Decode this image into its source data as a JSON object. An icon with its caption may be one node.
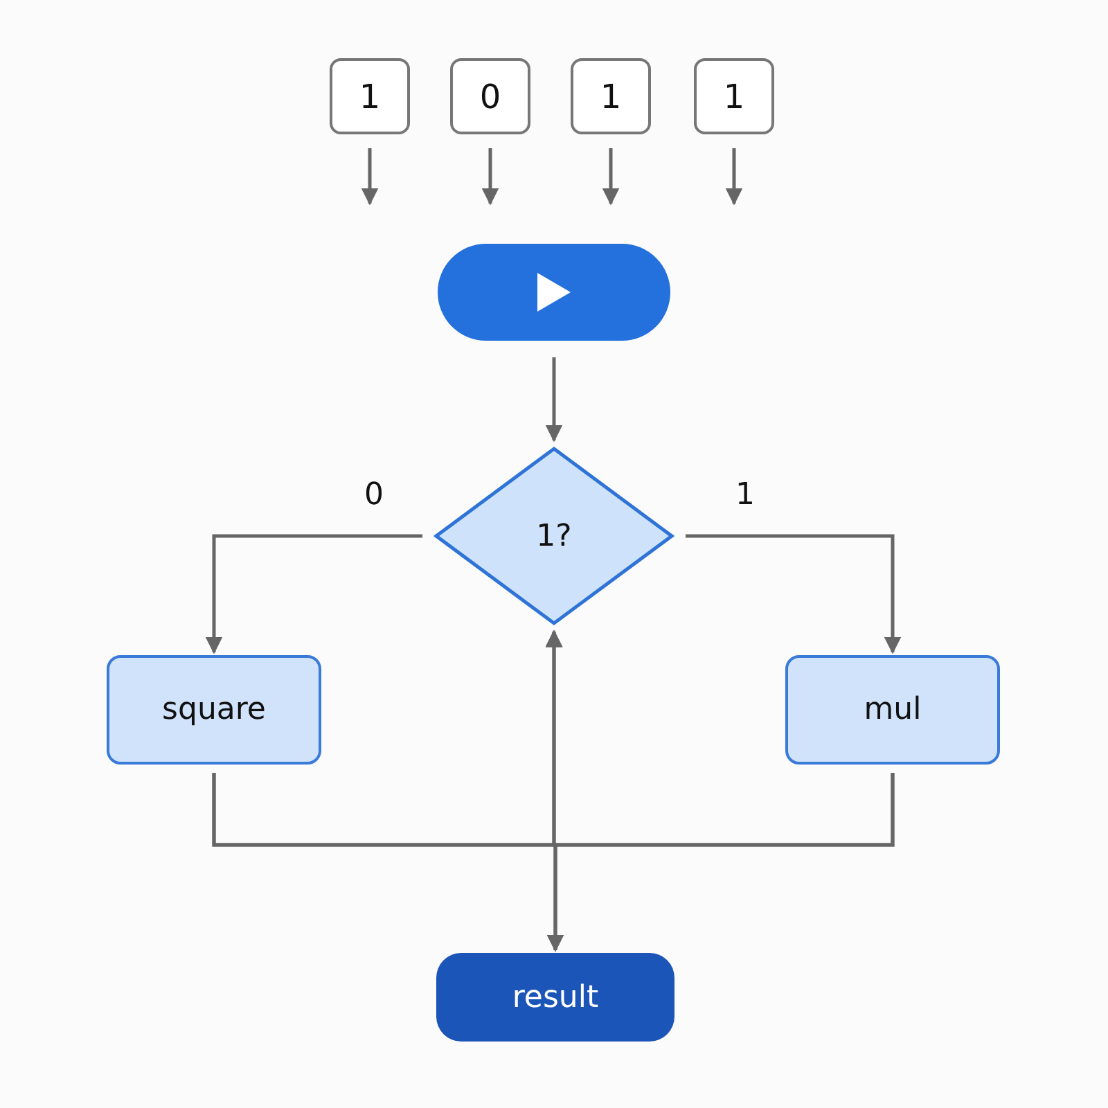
{
  "diagram": {
    "nodes": [
      {
        "text": [
          "1"
        ]
      },
      {
        "text": [
          "0"
        ]
      },
      {
        "text": [
          "1"
        ]
      },
      {
        "text": [
          "1"
        ]
      },
      {
        "text": [],
        "shape": "box"
      },
      {
        "text": [
          "1?"
        ]
      },
      {
        "text": [
          "square"
        ]
      },
      {
        "text": [
          "mul"
        ]
      },
      {
        "text": [
          "result"
        ]
      }
    ],
    "edges": [
      {
        "from": 0,
        "to": null,
        "arrow": "to"
      },
      {
        "from": 1,
        "to": 4,
        "arrow": "to"
      },
      {
        "from": 2,
        "to": 4,
        "arrow": "to"
      },
      {
        "from": 3,
        "to": null,
        "arrow": "to"
      },
      {
        "from": 4,
        "to": 5,
        "arrow": "to"
      },
      {
        "from": 5,
        "to": 6,
        "arrow": "to",
        "label": "0"
      },
      {
        "from": 5,
        "to": 7,
        "arrow": "to",
        "label": "1"
      },
      {
        "from": 6,
        "to": 5,
        "arrow": "to"
      },
      {
        "from": 7,
        "to": 5,
        "arrow": "to"
      },
      {
        "from": 6,
        "to": 8,
        "arrow": "to"
      },
      {
        "from": 7,
        "to": 8,
        "arrow": "to"
      }
    ]
  }
}
